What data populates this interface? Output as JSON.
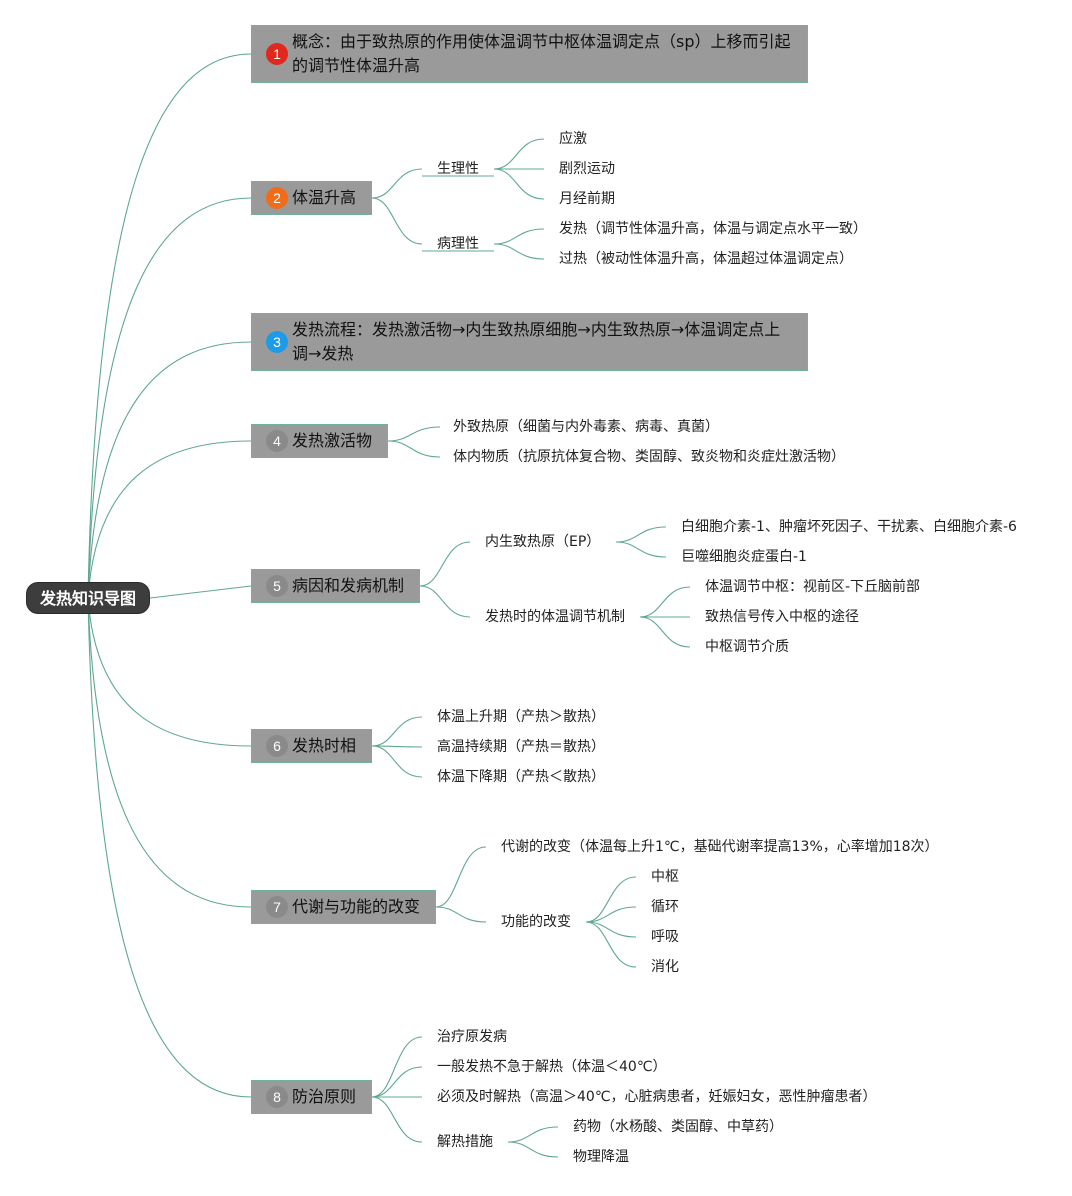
{
  "root": {
    "label": "发热知识导图"
  },
  "branches": [
    {
      "number": "1",
      "number_color": "#e0281e",
      "label": "概念：由于致热原的作用使体温调节中枢体温调定点（sp）上移而引起的调节性体温升高"
    },
    {
      "number": "2",
      "number_color": "#ef6c1b",
      "label": "体温升高",
      "children": [
        {
          "label": "生理性",
          "children": [
            "应激",
            "剧烈运动",
            "月经前期"
          ]
        },
        {
          "label": "病理性",
          "children": [
            "发热（调节性体温升高，体温与调定点水平一致）",
            "过热（被动性体温升高，体温超过体温调定点）"
          ]
        }
      ]
    },
    {
      "number": "3",
      "number_color": "#1e9be6",
      "label": "发热流程：发热激活物→内生致热原细胞→内生致热原→体温调定点上调→发热"
    },
    {
      "number": "4",
      "number_color": "#8a8a8a",
      "label": "发热激活物",
      "children": [
        "外致热原（细菌与内外毒素、病毒、真菌）",
        "体内物质（抗原抗体复合物、类固醇、致炎物和炎症灶激活物）"
      ]
    },
    {
      "number": "5",
      "number_color": "#8a8a8a",
      "label": "病因和发病机制",
      "children": [
        {
          "label": "内生致热原（EP）",
          "children": [
            "白细胞介素-1、肿瘤坏死因子、干扰素、白细胞介素-6",
            "巨噬细胞炎症蛋白-1"
          ]
        },
        {
          "label": "发热时的体温调节机制",
          "children": [
            "体温调节中枢：视前区-下丘脑前部",
            "致热信号传入中枢的途径",
            "中枢调节介质"
          ]
        }
      ]
    },
    {
      "number": "6",
      "number_color": "#8a8a8a",
      "label": "发热时相",
      "children": [
        "体温上升期（产热＞散热）",
        "高温持续期（产热＝散热）",
        "体温下降期（产热＜散热）"
      ]
    },
    {
      "number": "7",
      "number_color": "#8a8a8a",
      "label": "代谢与功能的改变",
      "children": [
        {
          "label": "代谢的改变（体温每上升1℃，基础代谢率提高13%，心率增加18次）"
        },
        {
          "label": "功能的改变",
          "children": [
            "中枢",
            "循环",
            "呼吸",
            "消化"
          ]
        }
      ]
    },
    {
      "number": "8",
      "number_color": "#8a8a8a",
      "label": "防治原则",
      "children": [
        {
          "label": "治疗原发病"
        },
        {
          "label": "一般发热不急于解热（体温＜40℃）"
        },
        {
          "label": "必须及时解热（高温＞40℃，心脏病患者，妊娠妇女，恶性肿瘤患者）"
        },
        {
          "label": "解热措施",
          "children": [
            "药物（水杨酸、类固醇、中草药）",
            "物理降温"
          ]
        }
      ]
    }
  ]
}
